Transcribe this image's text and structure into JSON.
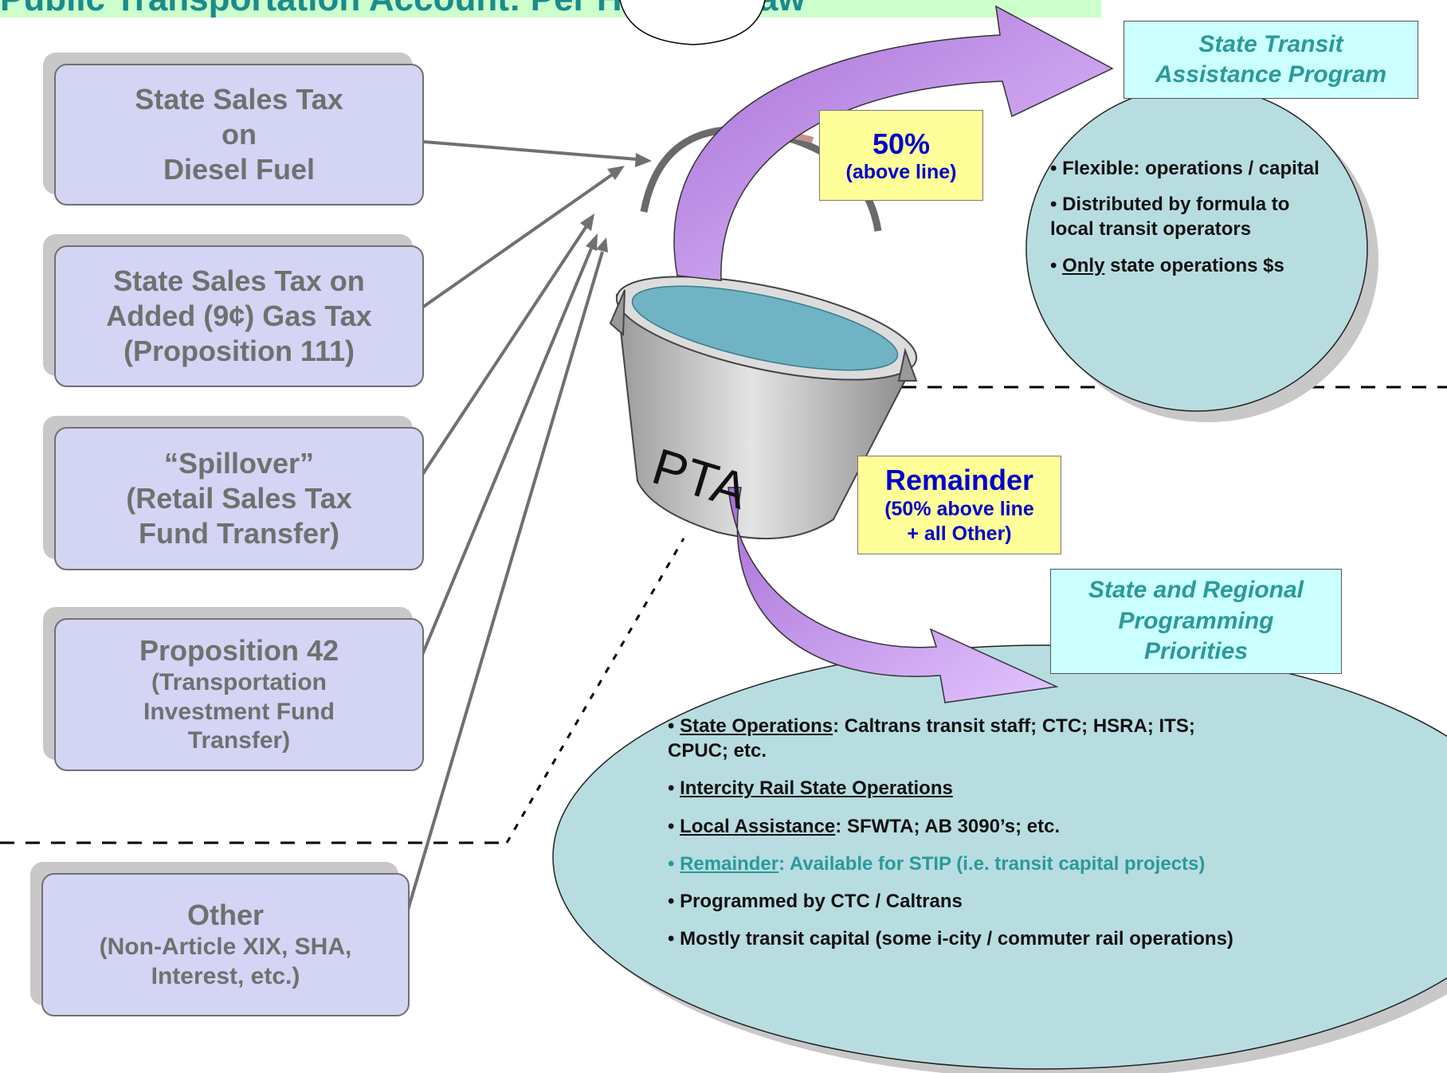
{
  "header": {
    "title": "Public Transportation Account: Per Historic Law"
  },
  "sources": [
    {
      "text": "State Sales Tax\non\nDiesel Fuel"
    },
    {
      "text": "State Sales Tax on\nAdded (9¢) Gas Tax\n(Proposition 111)"
    },
    {
      "text": "“Spillover”\n(Retail Sales Tax\nFund Transfer)"
    },
    {
      "title": "Proposition 42",
      "text": "(Transportation\nInvestment Fund\nTransfer)"
    },
    {
      "title": "Other",
      "text": "(Non-Article XIX, SHA,\nInterest, etc.)"
    }
  ],
  "bucket": {
    "label": "PTA"
  },
  "split_top": {
    "percent": "50%",
    "note": "(above line)"
  },
  "split_bottom": {
    "title": "Remainder",
    "note": "(50% above line\n+ all Other)"
  },
  "stap": {
    "label": "State Transit\nAssistance Program",
    "bullets": [
      {
        "prefix": "• ",
        "u": "",
        "rest": "Flexible: operations / capital"
      },
      {
        "prefix": "• ",
        "u": "",
        "rest": "Distributed by formula to\nlocal transit operators"
      },
      {
        "prefix": "• ",
        "u": "Only",
        "rest": " state operations $s"
      }
    ]
  },
  "srpp": {
    "label": "State and Regional\nProgramming\nPriorities",
    "bullets": [
      {
        "prefix": "• ",
        "u": "State Operations",
        "rest": ": Caltrans transit staff; CTC; HSRA; ITS;\nCPUC; etc."
      },
      {
        "prefix": "• ",
        "u": "Intercity Rail State Operations",
        "rest": ""
      },
      {
        "prefix": "• ",
        "u": "Local Assistance",
        "rest": ": SFWTA; AB 3090’s; etc."
      },
      {
        "prefix": "• ",
        "u": "Remainder",
        "rest": ": Available for STIP (i.e. transit capital projects)",
        "highlight": true
      },
      {
        "prefix": "• ",
        "u": "",
        "rest": "Programmed by CTC / Caltrans"
      },
      {
        "prefix": "• ",
        "u": "",
        "rest": "Mostly transit capital (some i-city / commuter rail operations)"
      }
    ]
  }
}
